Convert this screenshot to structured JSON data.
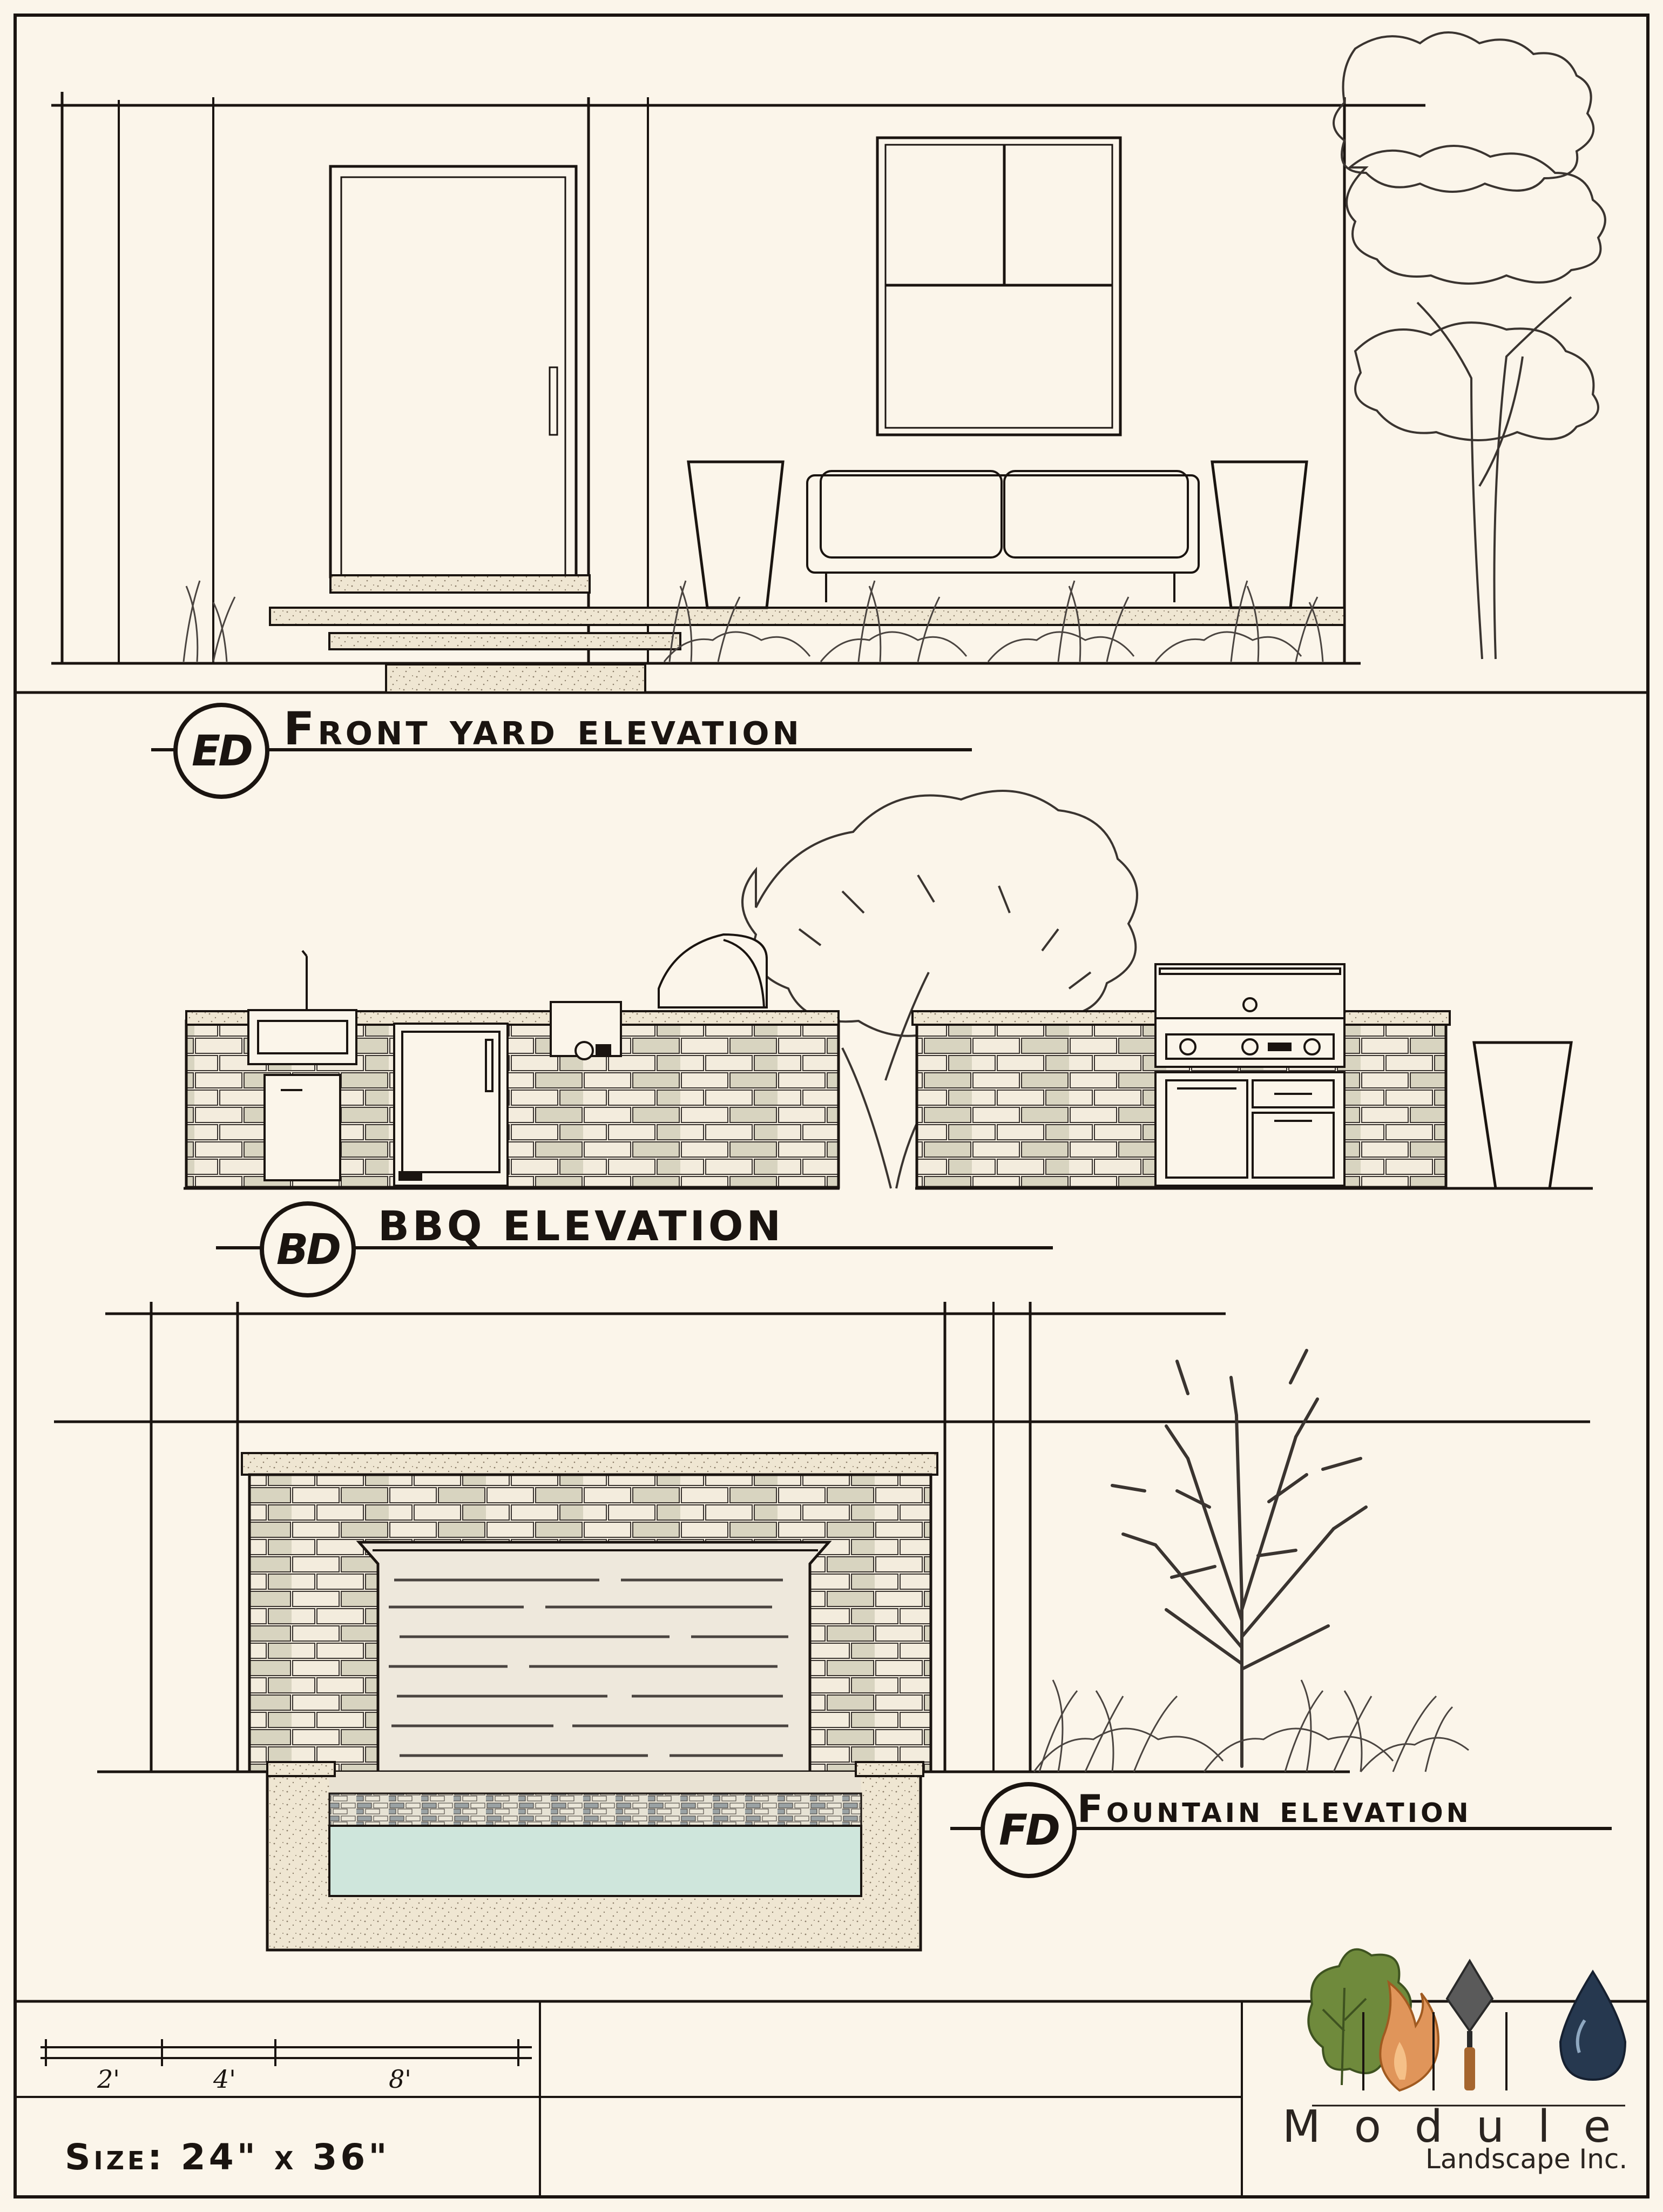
{
  "sheet": {
    "size_label": "Size: 24\" x 36\""
  },
  "elevations": [
    {
      "tag": "ED",
      "title": "Front yard elevation"
    },
    {
      "tag": "BD",
      "title": "BBQ ELEVATION"
    },
    {
      "tag": "FD",
      "title": "Fountain elevation"
    }
  ],
  "scale_bar": {
    "labels": [
      "2'",
      "4'",
      "8'"
    ]
  },
  "brand": {
    "name": "Module",
    "subtitle": "Landscape Inc.",
    "icons": [
      "leaf-icon",
      "flame-icon",
      "trowel-icon",
      "water-drop-icon"
    ]
  },
  "colors": {
    "paper": "#fbf5ea",
    "ink": "#1a1410",
    "brick_light": "#f3ecdd",
    "brick_accent": "#d8d4c0",
    "water": "#cfe6dc",
    "leaf": "#6f8a3c",
    "flame": "#e0955a",
    "drop": "#26384f"
  }
}
